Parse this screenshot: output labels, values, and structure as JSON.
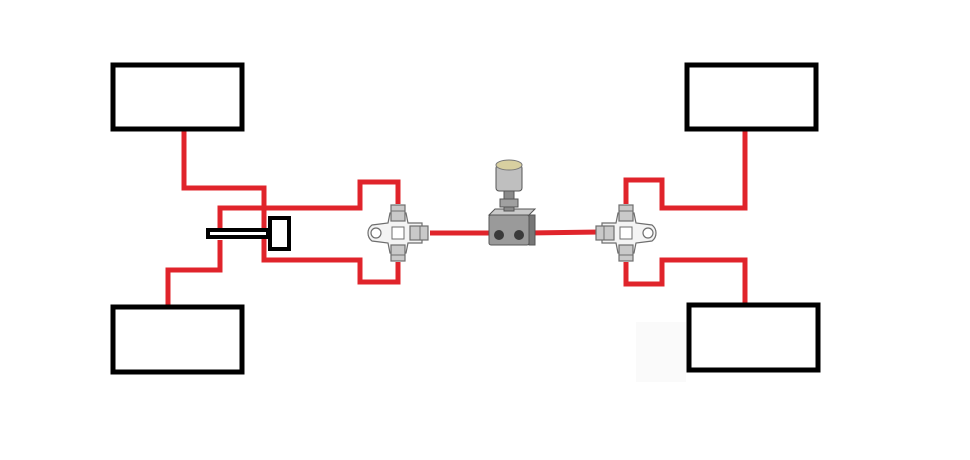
{
  "diagram": {
    "colors": {
      "background": "#ffffff",
      "brake_line": "#e0242b",
      "box_stroke": "#000000",
      "metal_light": "#f4f4f4",
      "metal_mid": "#c9c9c9",
      "metal_dark": "#6e6e6e",
      "valve_body": "#9a9a9a",
      "knob": "#bfbfbf",
      "knob_top": "#d8cfa0"
    },
    "boxes": [
      {
        "id": "wheel-front-left",
        "label": ""
      },
      {
        "id": "wheel-rear-left",
        "label": ""
      },
      {
        "id": "wheel-front-right",
        "label": ""
      },
      {
        "id": "wheel-rear-right",
        "label": ""
      }
    ],
    "components": [
      {
        "id": "master-cylinder",
        "icon": "master-cylinder-icon"
      },
      {
        "id": "left-distribution-block",
        "icon": "tee-fitting-icon"
      },
      {
        "id": "proportioning-valve",
        "icon": "proportioning-valve-icon"
      },
      {
        "id": "right-distribution-block",
        "icon": "tee-fitting-icon"
      }
    ]
  }
}
